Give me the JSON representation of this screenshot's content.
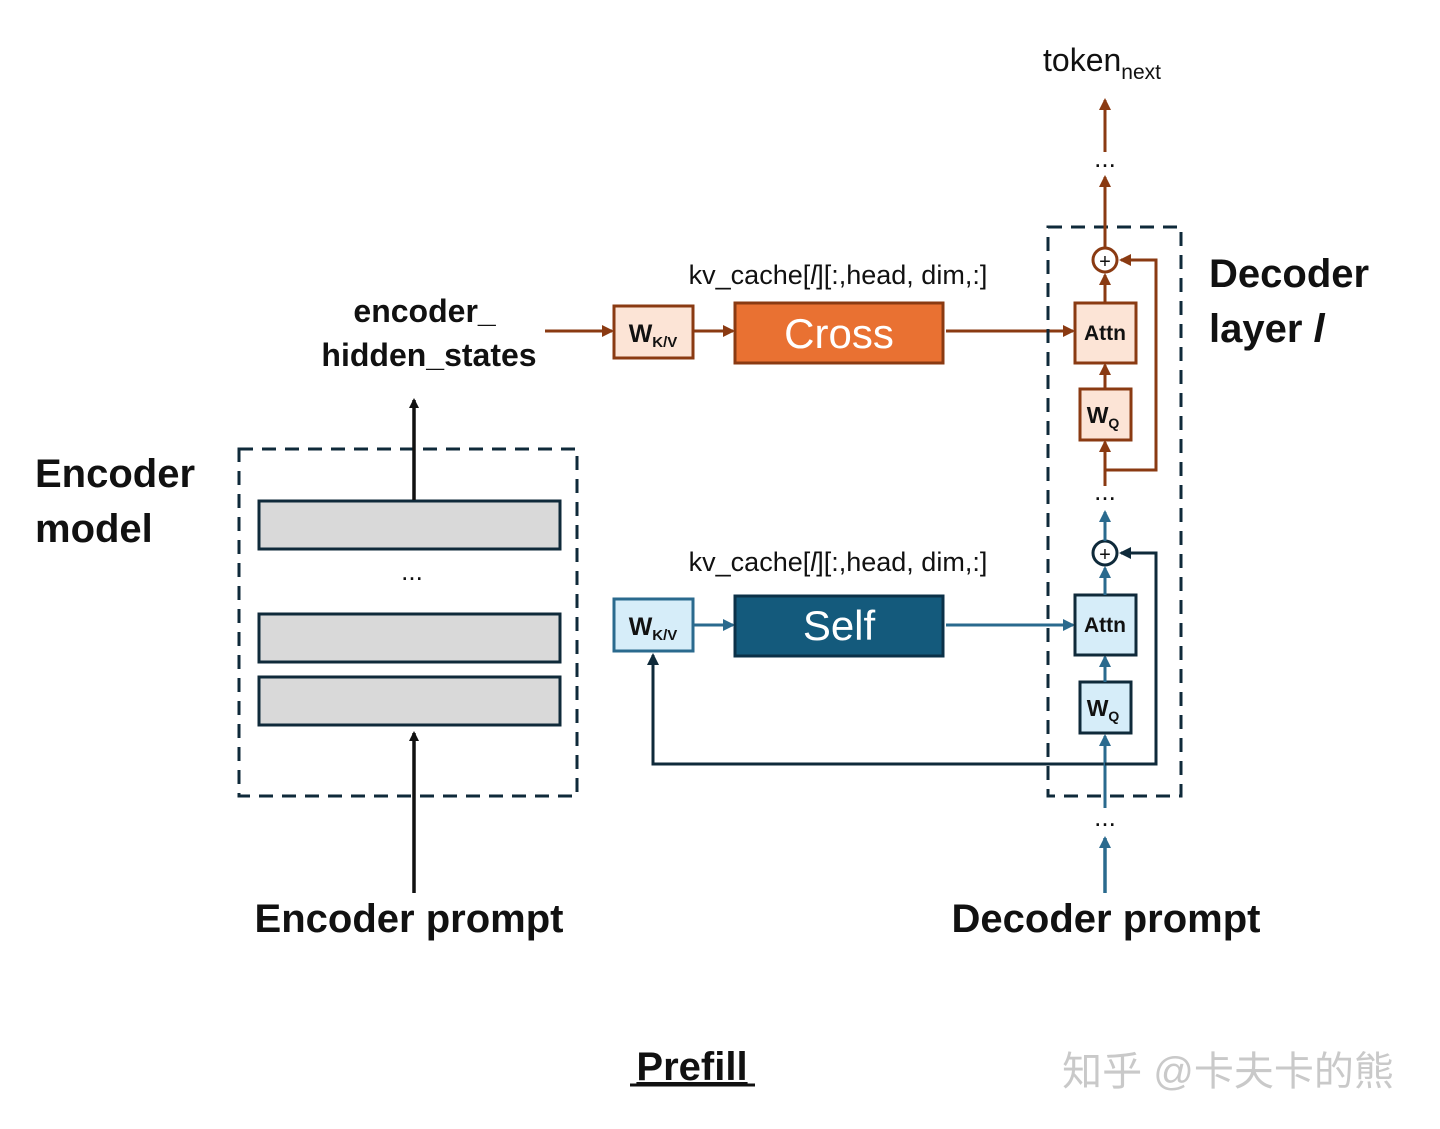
{
  "title": "Prefill",
  "watermark": "知乎 @卡夫卡的熊",
  "colors": {
    "cross_fill": "#E97132",
    "cross_stroke": "#8A3A12",
    "cross_arrow": "#8A3A12",
    "cross_light": "#FCE4D6",
    "self_fill": "#145A7C",
    "self_stroke": "#0B3148",
    "self_arrow": "#2A6A8E",
    "self_light": "#D6EDF9",
    "encoder_block": "#D9D9D9",
    "dark": "#0F2A3A"
  },
  "encoder": {
    "label_line1": "Encoder",
    "label_line2": "model",
    "ellipsis": "...",
    "prompt": "Encoder prompt",
    "output_line1": "encoder_",
    "output_line2": "hidden_states"
  },
  "cross_branch": {
    "kv_label_prefix": "kv_cache[",
    "kv_label_l": "l",
    "kv_label_suffix": "][:,head, dim,:]",
    "wkv_main": "W",
    "wkv_sub": "K/V",
    "block": "Cross",
    "attn": "Attn",
    "wq_main": "W",
    "wq_sub": "Q"
  },
  "self_branch": {
    "kv_label_prefix": "kv_cache[",
    "kv_label_l": "l",
    "kv_label_suffix": "][:,head, dim,:]",
    "wkv_main": "W",
    "wkv_sub": "K/V",
    "block": "Self",
    "attn": "Attn",
    "wq_main": "W",
    "wq_sub": "Q"
  },
  "decoder": {
    "label_line1": "Decoder",
    "label_line2_prefix": "layer ",
    "label_line2_l": "l",
    "prompt": "Decoder prompt",
    "output_main": "token",
    "output_sub": "next",
    "ellipsis_top": "...",
    "ellipsis_mid": "...",
    "ellipsis_bottom": "...",
    "plus": "+"
  }
}
